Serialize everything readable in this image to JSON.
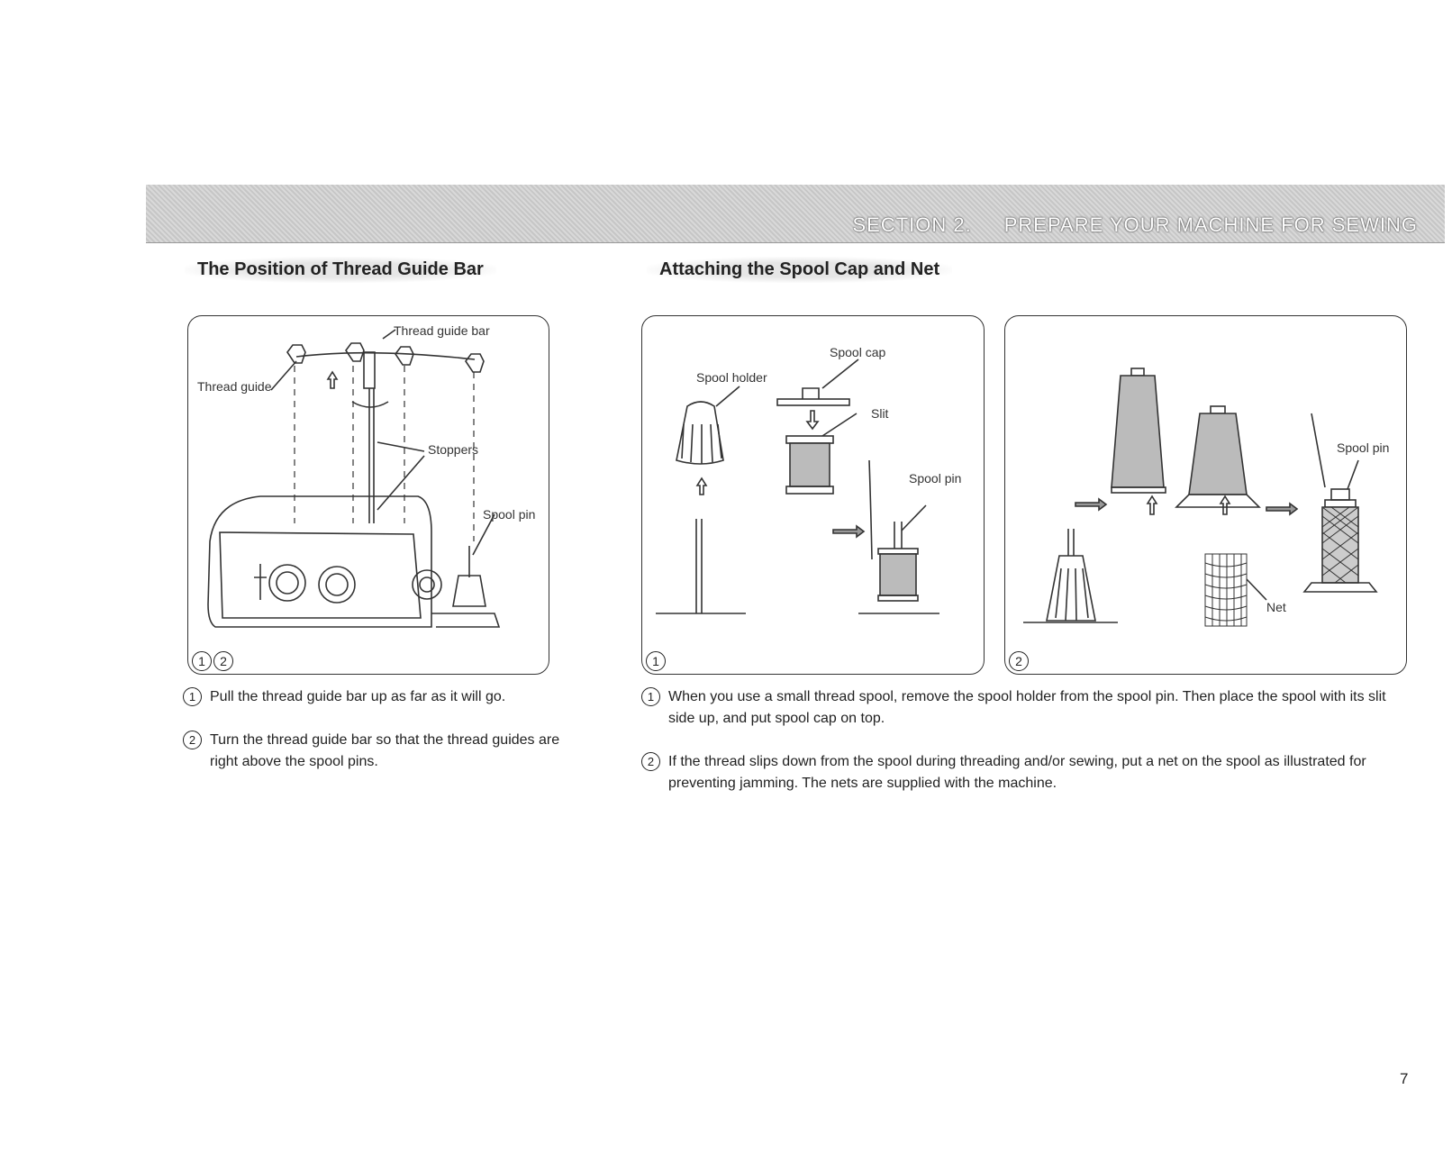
{
  "header": {
    "section": "SECTION 2.",
    "title": "PREPARE YOUR MACHINE FOR SEWING"
  },
  "left": {
    "heading": "The Position of Thread Guide Bar",
    "figure": {
      "labels": {
        "thread_guide_bar": "Thread guide bar",
        "thread_guide": "Thread guide",
        "stoppers": "Stoppers",
        "spool_pin": "Spool pin"
      },
      "markers": [
        "1",
        "2"
      ]
    },
    "steps": [
      {
        "n": "1",
        "text": "Pull the thread guide bar up as far as it will go."
      },
      {
        "n": "2",
        "text": "Turn the thread guide bar so that the thread guides are right above the spool pins."
      }
    ]
  },
  "right": {
    "heading": "Attaching the Spool Cap and Net",
    "figure1": {
      "labels": {
        "spool_cap": "Spool cap",
        "spool_holder": "Spool holder",
        "slit": "Slit",
        "spool_pin": "Spool pin"
      },
      "marker": "1"
    },
    "figure2": {
      "labels": {
        "spool_pin": "Spool pin",
        "net": "Net"
      },
      "marker": "2"
    },
    "steps": [
      {
        "n": "1",
        "text": "When you use a small thread spool, remove the spool holder from the spool pin. Then place the spool with its slit side up, and put spool cap on top."
      },
      {
        "n": "2",
        "text": "If the thread slips down from the spool during threading and/or sewing, put a net on the spool as illustrated for preventing jamming. The nets are supplied with the machine."
      }
    ]
  },
  "page_number": "7"
}
